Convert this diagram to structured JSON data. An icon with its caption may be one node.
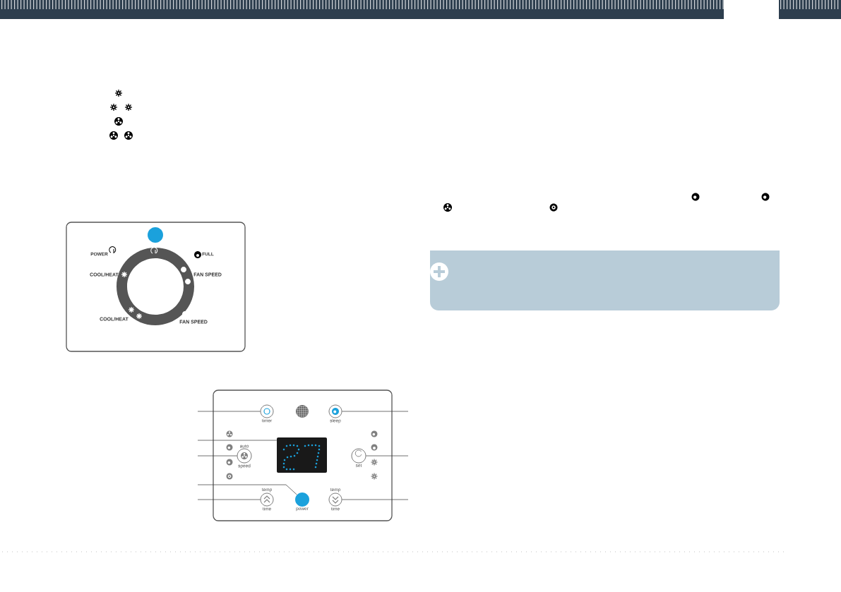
{
  "diagram": {
    "nodes": [
      {
        "text": [
          "timer"
        ]
      },
      {
        "text": [
          "sleep"
        ]
      },
      {
        "text": [],
        "shape": "box"
      },
      {
        "text": [
          "auto",
          "speed"
        ]
      },
      {
        "text": [
          "set"
        ]
      },
      {
        "text": [
          "power"
        ]
      },
      {
        "text": [
          "temp",
          "time"
        ]
      },
      {
        "text": [
          "temp",
          "time"
        ]
      }
    ],
    "edges": [
      {
        "from": null,
        "to": 0,
        "arrow": "none"
      },
      {
        "from": null,
        "to": 1,
        "arrow": "none"
      },
      {
        "from": null,
        "to": 2,
        "arrow": "none"
      },
      {
        "from": null,
        "to": 3,
        "arrow": "none"
      },
      {
        "from": null,
        "to": 4,
        "arrow": "none"
      },
      {
        "from": null,
        "to": 5,
        "arrow": "none"
      },
      {
        "from": null,
        "to": 6,
        "arrow": "none"
      },
      {
        "from": null,
        "to": 7,
        "arrow": "none"
      }
    ],
    "labels": [
      "POWER",
      "FULL",
      "COOL/HEAT",
      "FAN SPEED",
      "COOL/HEAT",
      "FAN SPEED"
    ]
  }
}
